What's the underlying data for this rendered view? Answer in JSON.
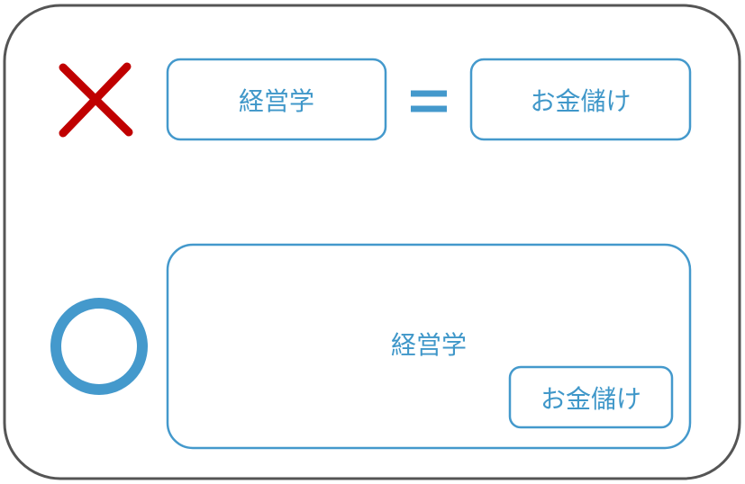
{
  "colors": {
    "blue": "#4499cc",
    "red": "#c00000",
    "frame": "#555555"
  },
  "wrong": {
    "icon": "cross-icon",
    "left_label": "経営学",
    "operator": "equals-icon",
    "right_label": "お金儲け"
  },
  "right": {
    "icon": "circle-icon",
    "outer_label": "経営学",
    "inner_label": "お金儲け"
  }
}
